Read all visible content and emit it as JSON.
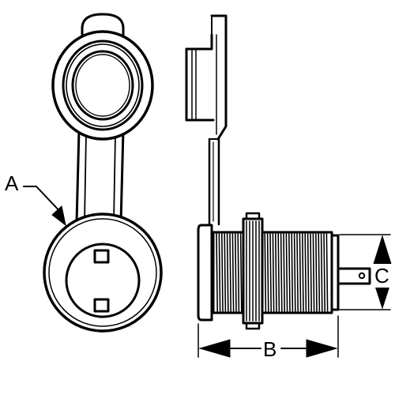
{
  "labels": {
    "a": "A",
    "b": "B",
    "c": "C"
  },
  "colors": {
    "ink": "#000000",
    "paper": "#ffffff"
  }
}
